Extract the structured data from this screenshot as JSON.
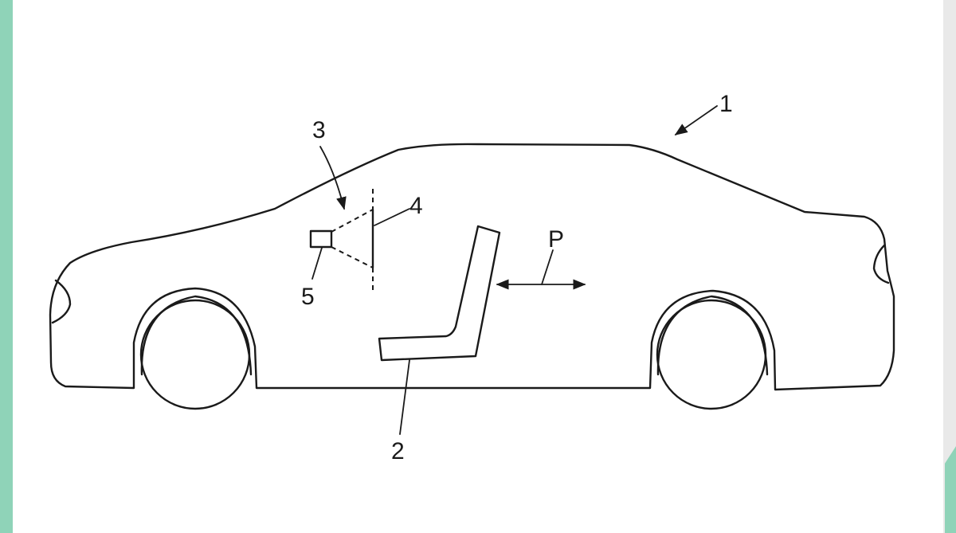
{
  "colors": {
    "background": "#8fd3b8",
    "sheet": "#ffffff",
    "line": "#1a1a1a"
  },
  "labels": {
    "vehicle": "1",
    "seat": "2",
    "projector": "3",
    "screen": "4",
    "camera": "5",
    "direction": "P"
  }
}
